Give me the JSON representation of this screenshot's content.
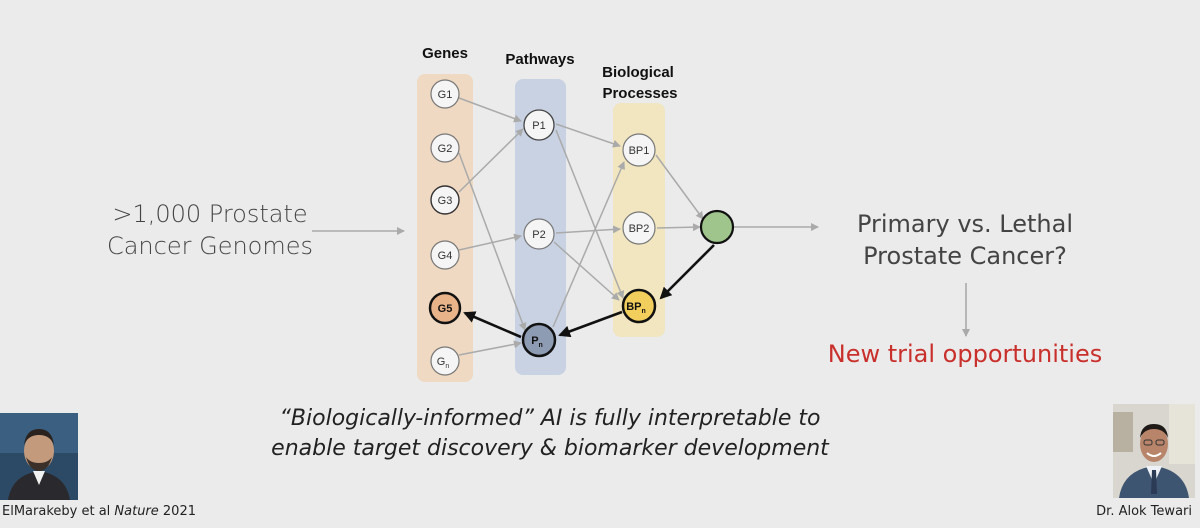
{
  "left_text_line1": ">1,000 Prostate",
  "left_text_line2": "Cancer Genomes",
  "right_text_line1": "Primary vs. Lethal",
  "right_text_line2": "Prostate Cancer?",
  "trial_text": "New trial opportunities",
  "caption_line1": "“Biologically-informed” AI is fully interpretable to",
  "caption_line2": "enable target discovery & biomarker development",
  "citation_authors": "ElMarakeby et al ",
  "citation_journal": "Nature",
  "citation_year": " 2021",
  "speaker_name": "Dr. Alok Tewari",
  "diagram": {
    "col_genes": "Genes",
    "col_pathways": "Pathways",
    "col_bp_line1": "Biological",
    "col_bp_line2": "Processes",
    "genes": [
      "G1",
      "G2",
      "G3",
      "G4",
      "G5",
      "G"
    ],
    "gene_n_sub": "n",
    "pathways": [
      "P1",
      "P2",
      "P"
    ],
    "pathway_n_sub": "n",
    "processes": [
      "BP1",
      "BP2",
      "BP"
    ],
    "process_n_sub": "n",
    "colors": {
      "genes_band": "#efd9c2",
      "pathways_band": "#c8d2e3",
      "bp_band": "#f1e6bf",
      "output_node": "#9fc48c",
      "g5_node": "#e9b38a",
      "pn_node": "#8e9cb3",
      "bpn_node": "#f2cf5c",
      "trial_text": "#c9302c"
    }
  }
}
